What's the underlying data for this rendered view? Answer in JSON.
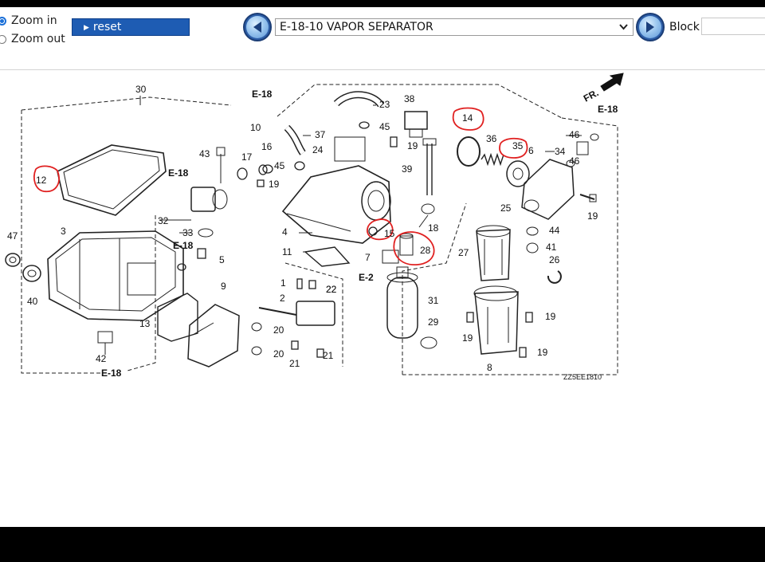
{
  "toolbar": {
    "zoom_in_label": "Zoom in",
    "zoom_out_label": "Zoom out",
    "zoom_selected": "zoom_in",
    "reset_label": "reset",
    "diagram_select_value": "E-18-10 VAPOR SEPARATOR",
    "block_label": "Block",
    "block_value": "",
    "prev_icon": "triangle-left-icon",
    "next_icon": "triangle-right-icon"
  },
  "colors": {
    "accent": "#1e5cb3",
    "annotation": "#e02020"
  },
  "diagram": {
    "part_numbers": [
      "30",
      "23",
      "38",
      "14",
      "36",
      "35",
      "6",
      "34",
      "46",
      "10",
      "37",
      "45",
      "16",
      "17",
      "43",
      "19",
      "24",
      "12",
      "39",
      "18",
      "32",
      "33",
      "4",
      "15",
      "28",
      "47",
      "3",
      "5",
      "11",
      "7",
      "1",
      "22",
      "2",
      "9",
      "13",
      "42",
      "40",
      "20",
      "21",
      "31",
      "29",
      "25",
      "27",
      "44",
      "41",
      "26",
      "8"
    ],
    "refs": {
      "e18": "E-18",
      "e2": "E-2",
      "fr": "FR."
    },
    "code": "ZZ5EE1810"
  }
}
